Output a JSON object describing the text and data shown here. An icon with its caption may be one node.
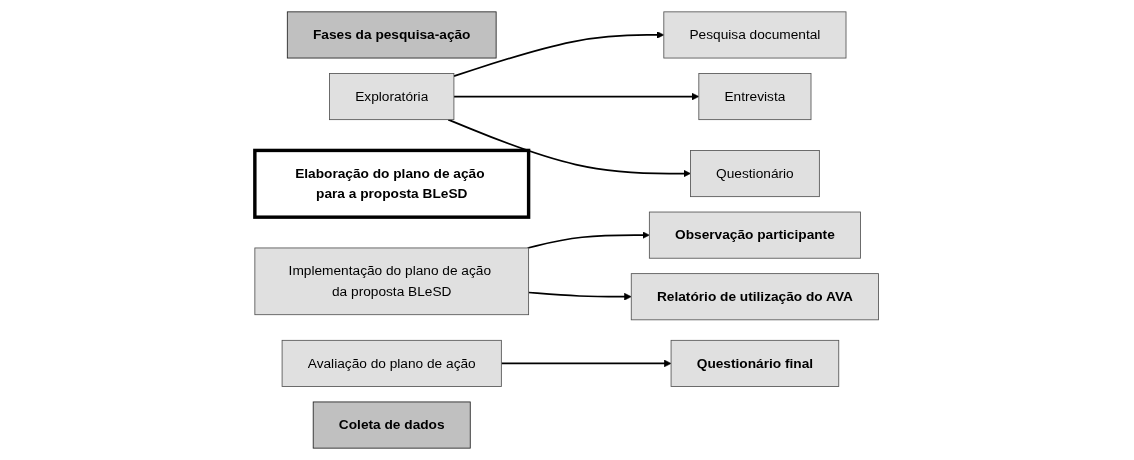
{
  "diagram": {
    "nodes": [
      {
        "text": [
          "Fases da pesquisa-ação"
        ]
      },
      {
        "text": [
          "Exploratória"
        ]
      },
      {
        "text": [
          "Elaboração do plano de ação para a proposta BLeSD"
        ]
      },
      {
        "text": [
          "Implementação do plano de ação da proposta BLeSD"
        ]
      },
      {
        "text": [
          "Avaliação do plano de ação"
        ]
      },
      {
        "text": [
          "Coleta de dados"
        ]
      },
      {
        "text": [
          "Pesquisa documental"
        ]
      },
      {
        "text": [
          "Entrevista"
        ]
      },
      {
        "text": [
          "Questionário"
        ]
      },
      {
        "text": [
          "Observação participante"
        ]
      },
      {
        "text": [
          "Relatório de utilização do AVA"
        ]
      },
      {
        "text": [
          "Questionário final"
        ]
      }
    ],
    "edges": [
      {
        "from": 1,
        "to": 6,
        "arrow": "to"
      },
      {
        "from": 1,
        "to": 7,
        "arrow": "to"
      },
      {
        "from": 1,
        "to": 8,
        "arrow": "to"
      },
      {
        "from": 3,
        "to": 9,
        "arrow": "to"
      },
      {
        "from": 3,
        "to": 10,
        "arrow": "to"
      },
      {
        "from": 4,
        "to": 11,
        "arrow": "to"
      }
    ]
  }
}
